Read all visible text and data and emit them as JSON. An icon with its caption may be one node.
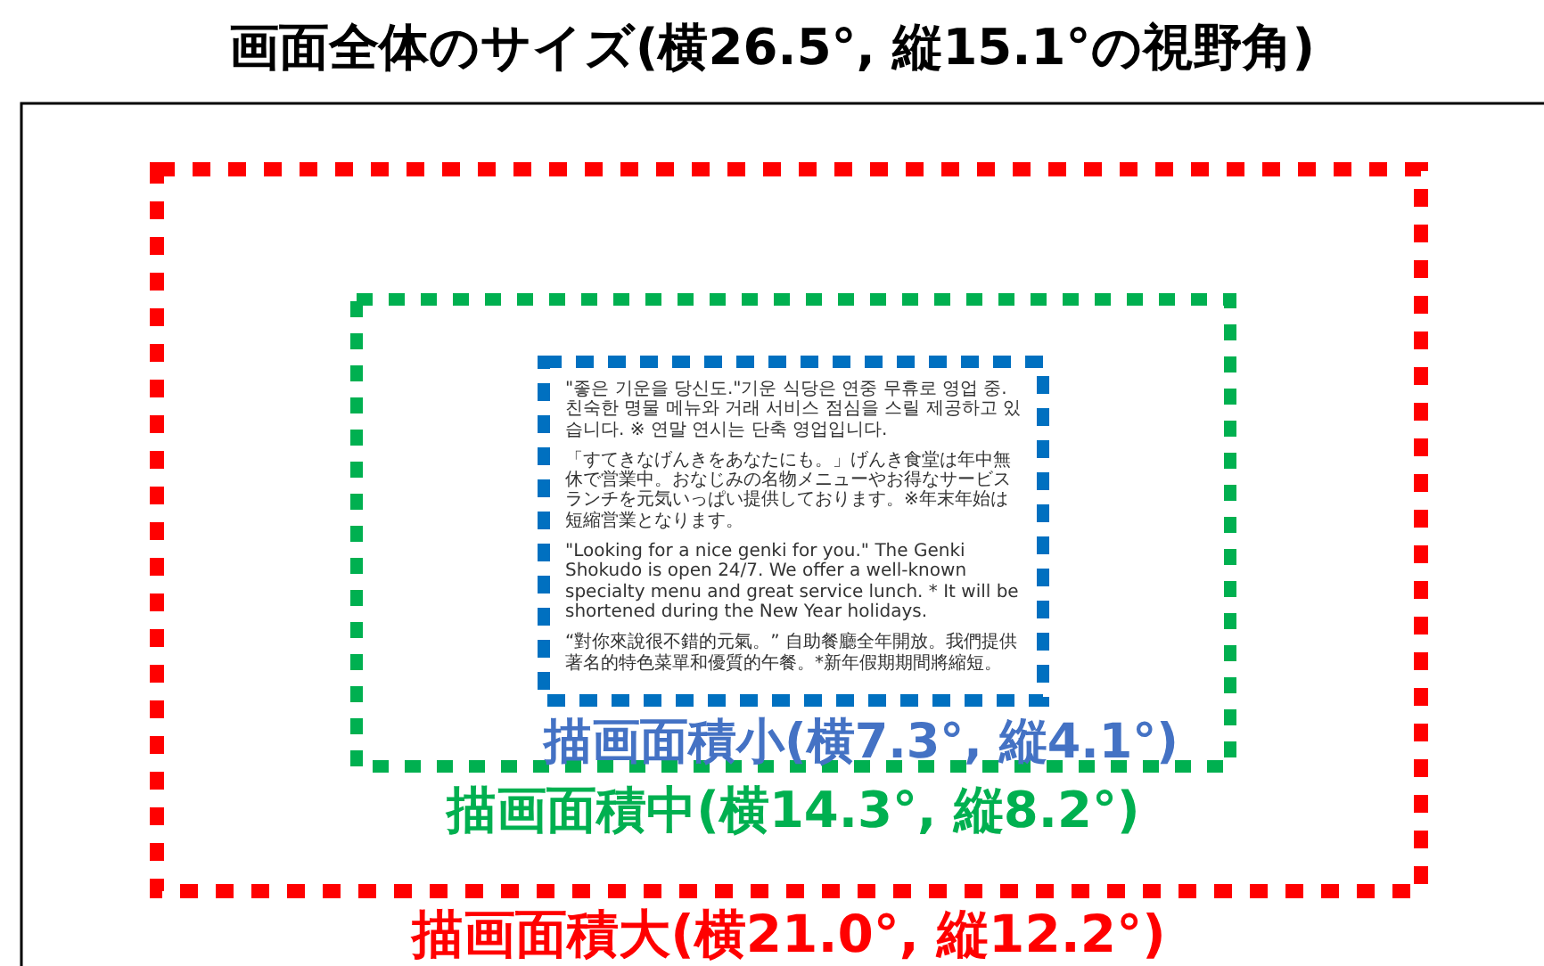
{
  "diagram": {
    "nodes": [
      {
        "text": [
          "画面全体のサイズ(横26.5°, 縦15.1°の視野角)"
        ]
      },
      {
        "text": [
          "描画面積大(横21.0°, 縦12.2°)"
        ],
        "in": 0
      },
      {
        "text": [
          "描画面積中(横14.3°, 縦8.2°)"
        ],
        "in": 1
      },
      {
        "text": [
          "\"좋은 기운을 당신도.\"기운 식당은 연중 무휴로 영업 중. 친숙한 명물 메뉴와 거래 서비스 점심을 스릴 제공하고 있습니다. ※ 연말 연시는 단축 영업입니다.",
          "「すてきなげんきをあなたにも。」げんき食堂は年中無休で営業中。おなじみの名物メニューやお得なサービスランチを元気いっぱい提供しております。※年末年始は短縮営業となります。",
          "\"Looking for a nice genki for you.\" The Genki Shokudo is open 24/7. We offer a well-known specialty menu and great service lunch. * It will be shortened during the New Year holidays.",
          "“對你來說很不錯的元氣。” 自助餐廳全年開放。我們提供著名的特色菜單和優質的午餐。*新年假期期間將縮短。",
          "描画面積小(横7.3°, 縦4.1°)"
        ],
        "in": 2
      }
    ]
  }
}
